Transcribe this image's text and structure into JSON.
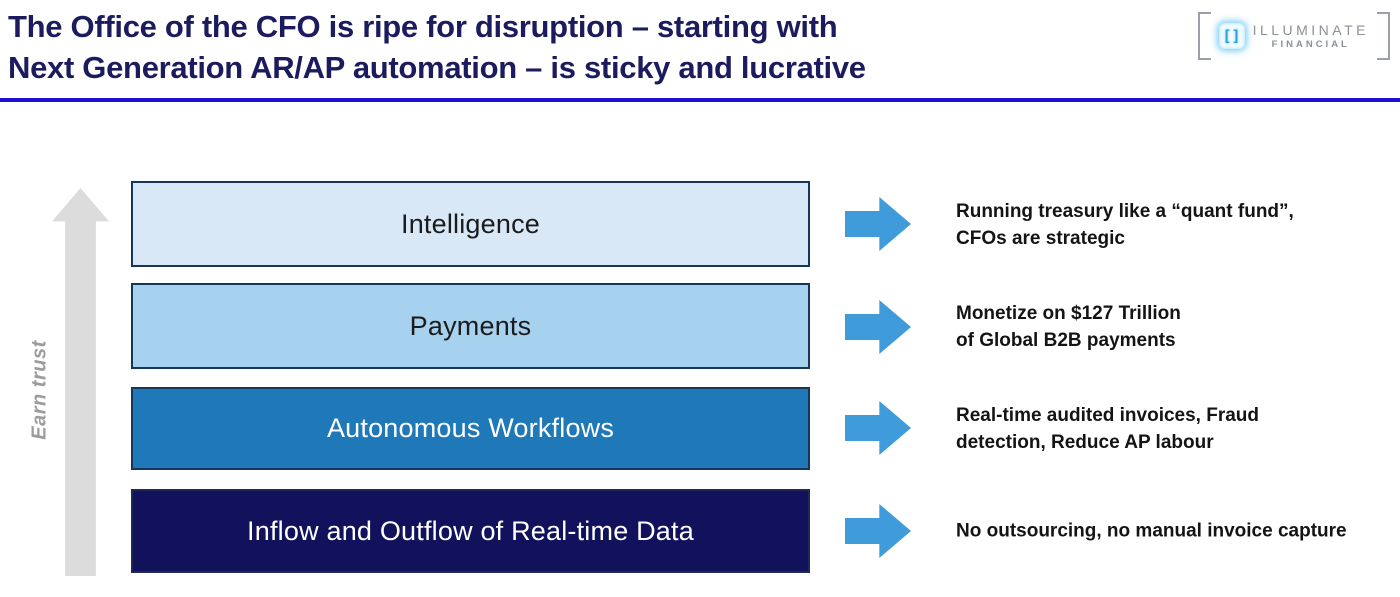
{
  "header": {
    "title_line1": "The Office of the CFO is ripe for disruption – starting with",
    "title_line2": "Next Generation AR/AP automation – is sticky and lucrative",
    "logo": {
      "icon_glyph": "[]",
      "name": "ILLUMINATE",
      "sub": "FINANCIAL"
    }
  },
  "diagram": {
    "trust_arrow_label": "Earn trust",
    "layers": [
      {
        "label": "Intelligence",
        "fill": "#d9e8f7",
        "text_color": "#1b1b1b"
      },
      {
        "label": "Payments",
        "fill": "#a7d2ef",
        "text_color": "#1b1b1b"
      },
      {
        "label": "Autonomous Workflows",
        "fill": "#1f78b8",
        "text_color": "#ffffff"
      },
      {
        "label": "Inflow and Outflow of Real-time Data",
        "fill": "#12125c",
        "text_color": "#ffffff"
      }
    ],
    "annotations": [
      {
        "line1": "Running treasury like a “quant fund”,",
        "line2": "CFOs are strategic"
      },
      {
        "line1": "Monetize on $127 Trillion",
        "line2": "of Global B2B payments"
      },
      {
        "line1": "Real-time audited invoices, Fraud",
        "line2": "detection, Reduce AP labour"
      },
      {
        "line1": "No outsourcing, no manual invoice capture",
        "line2": ""
      }
    ]
  },
  "colors": {
    "title_navy": "#1b1b5e",
    "rule_blue": "#1d12cc",
    "arrow_blue": "#3f9bd9",
    "trust_arrow_gray": "#dcdcdc",
    "bar_border_navy": "#16365c"
  }
}
